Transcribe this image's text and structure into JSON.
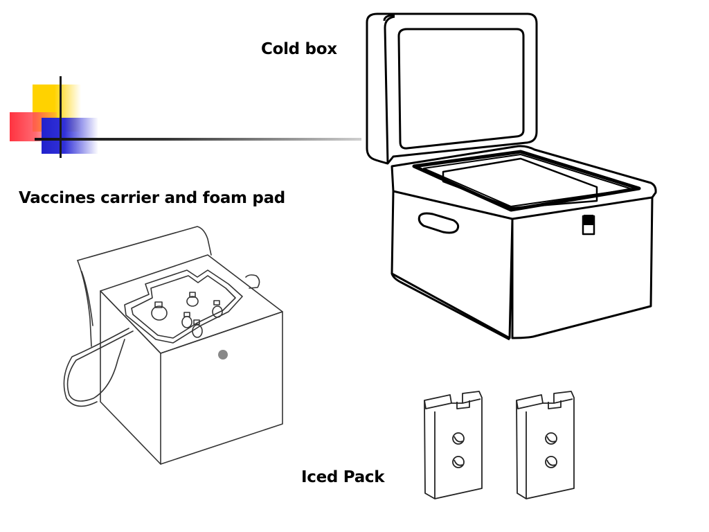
{
  "labels": {
    "cold_box": "Cold box",
    "vaccines_carrier": "Vaccines carrier and foam pad",
    "iced_pack": "Iced Pack"
  },
  "colors": {
    "accent_yellow": "#ffd200",
    "accent_red": "#ff3340",
    "accent_blue": "#2222cc",
    "line": "#000000"
  }
}
